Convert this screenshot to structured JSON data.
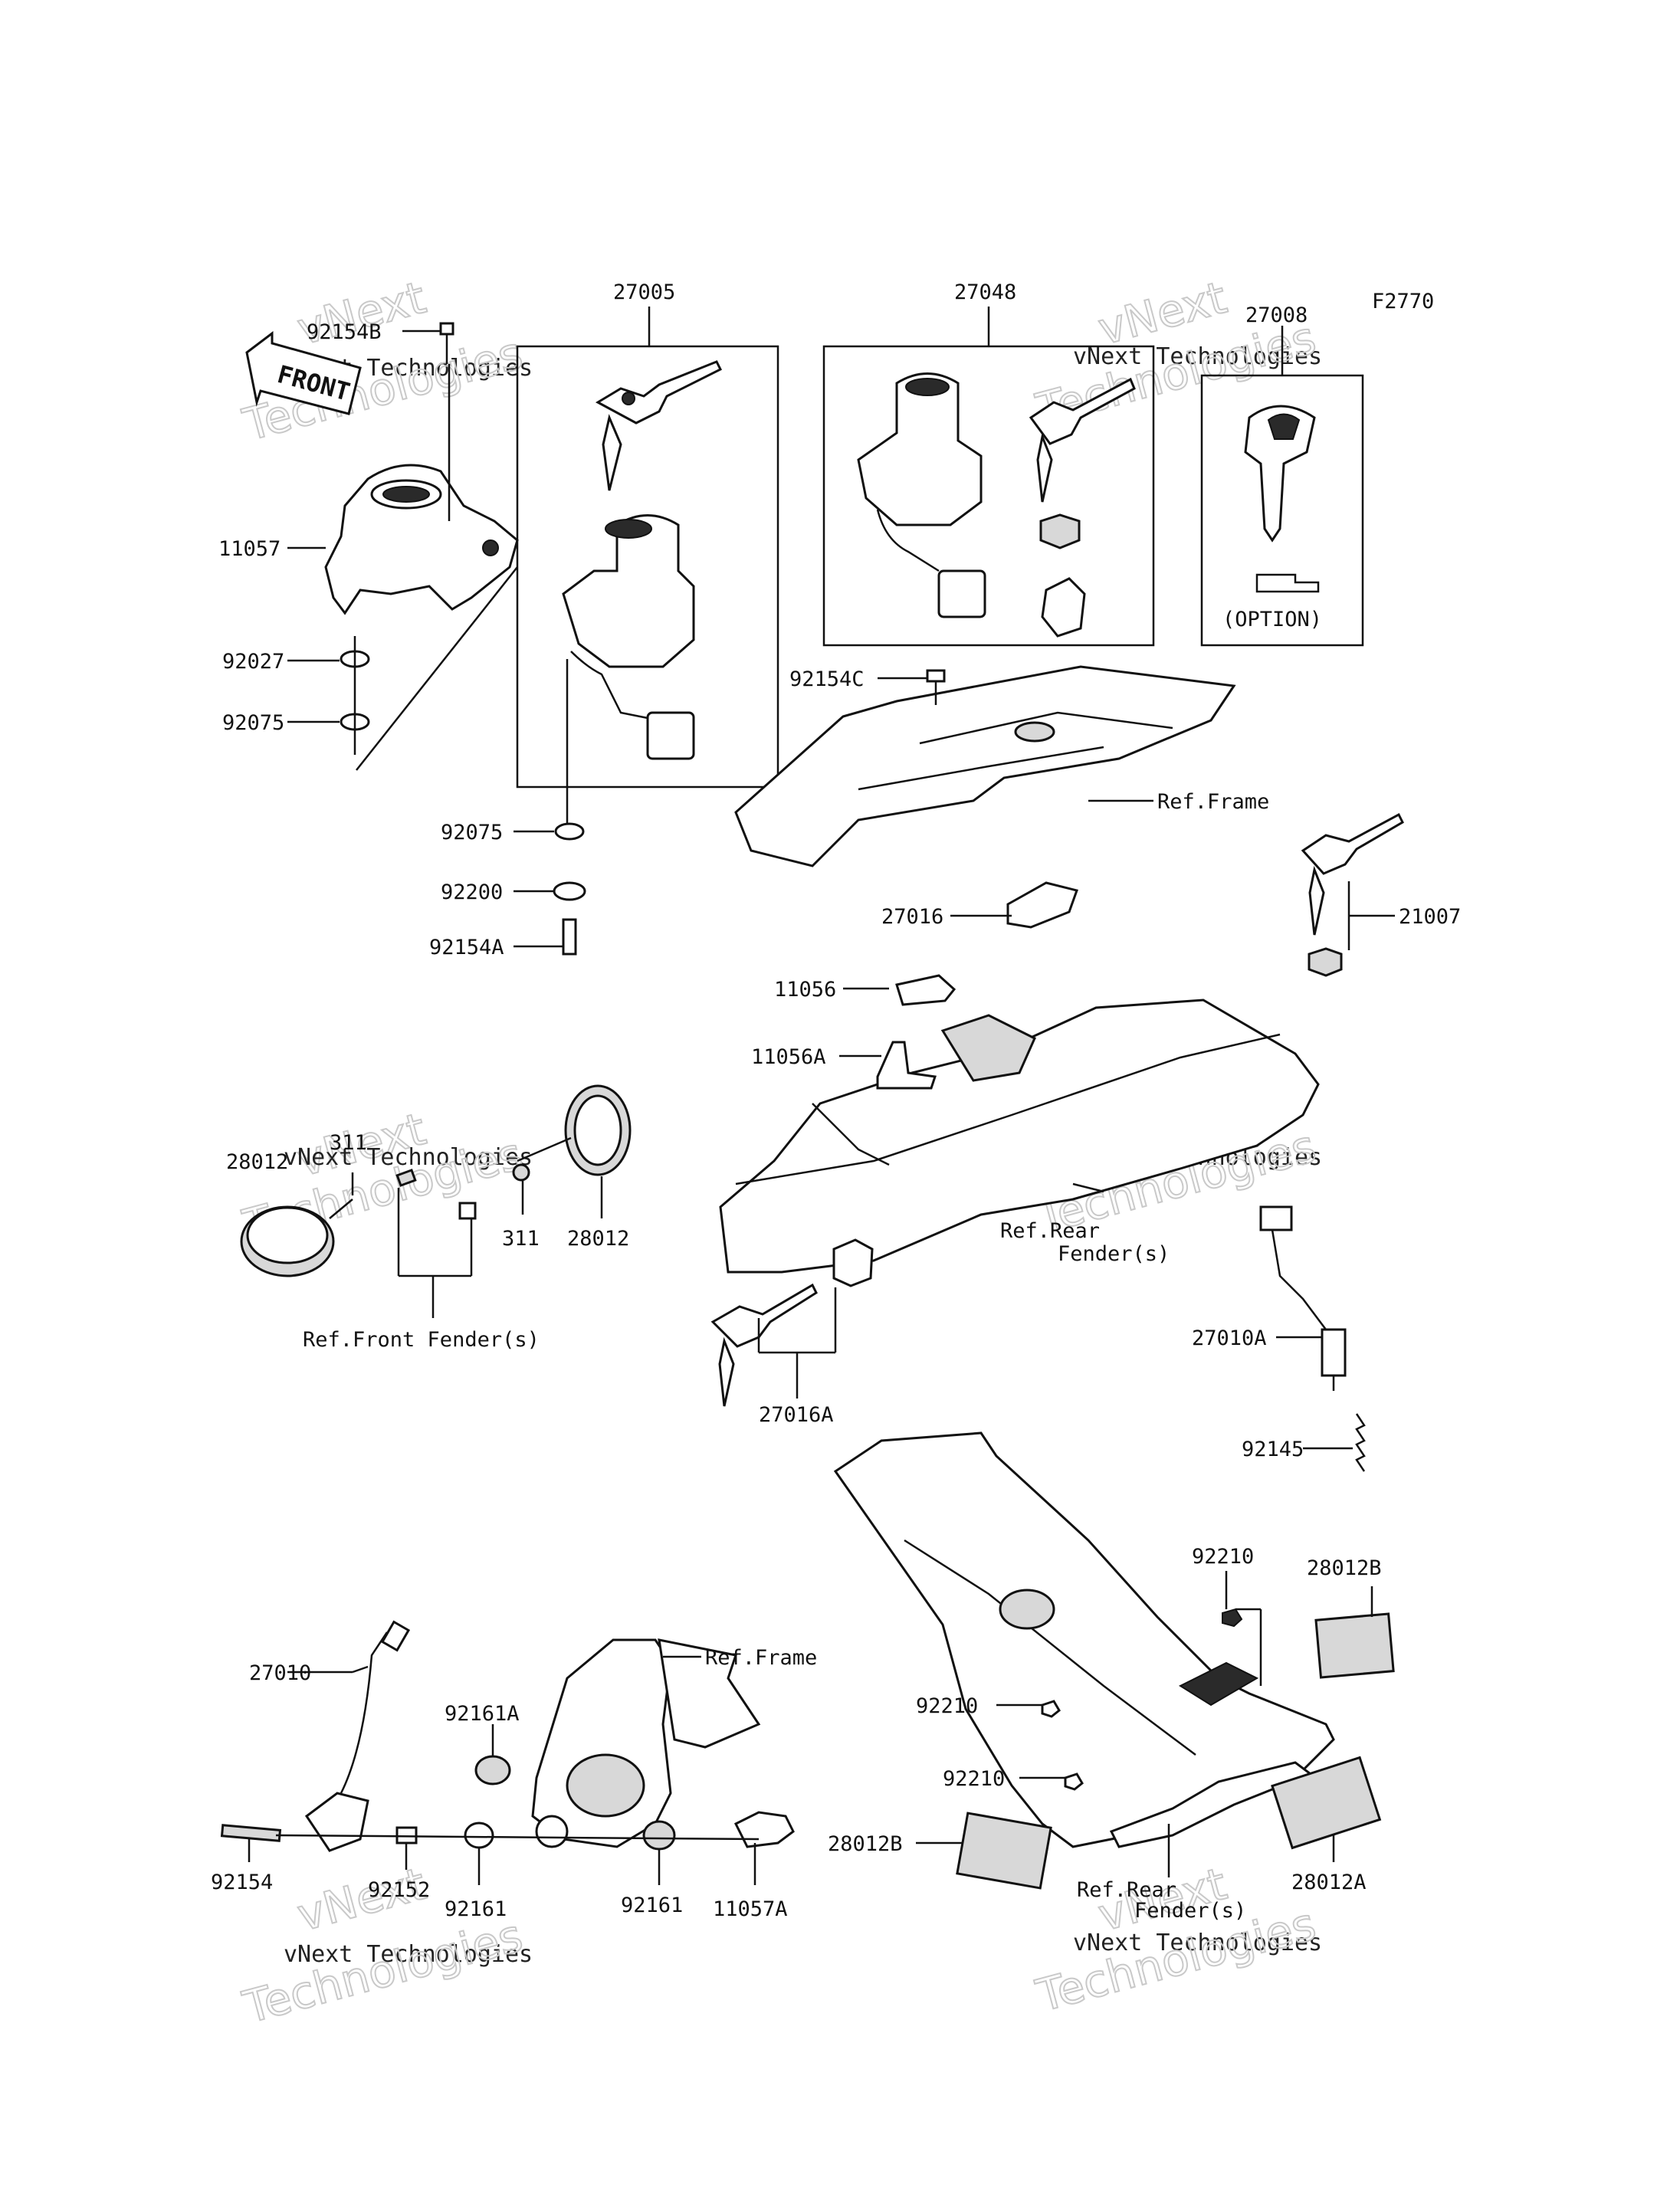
{
  "figure_code": "F2770",
  "watermark": {
    "line1": "vNext",
    "line2": "vNext Technologies",
    "line3": "Technologies"
  },
  "front_arrow": "FRONT",
  "option_text": "(OPTION)",
  "callouts": {
    "p92154B": "92154B",
    "p27005": "27005",
    "p27048": "27048",
    "p27008": "27008",
    "p11057": "11057",
    "p92027": "92027",
    "p92075a": "92075",
    "p92075b": "92075",
    "p92200": "92200",
    "p92154A": "92154A",
    "p92154C": "92154C",
    "p27016": "27016",
    "p21007": "21007",
    "p11056": "11056",
    "p11056A": "11056A",
    "p28012a": "28012",
    "p311a": "311",
    "p311b": "311",
    "p28012b": "28012",
    "p27016A": "27016A",
    "p27010A": "27010A",
    "p92145": "92145",
    "p92210a": "92210",
    "p92210b": "92210",
    "p92210c": "92210",
    "p28012B_a": "28012B",
    "p28012B_b": "28012B",
    "p28012A": "28012A",
    "p27010": "27010",
    "p92161A": "92161A",
    "p92154": "92154",
    "p92152": "92152",
    "p92161a": "92161",
    "p92161b": "92161",
    "p11057A": "11057A"
  },
  "refs": {
    "ref_frame_1": "Ref.Frame",
    "ref_frame_2": "Ref.Frame",
    "ref_rear_fender_1a": "Ref.Rear",
    "ref_rear_fender_1b": "Fender(s)",
    "ref_front_fender": "Ref.Front Fender(s)",
    "ref_rear_fender_2a": "Ref.Rear",
    "ref_rear_fender_2b": "Fender(s)"
  }
}
